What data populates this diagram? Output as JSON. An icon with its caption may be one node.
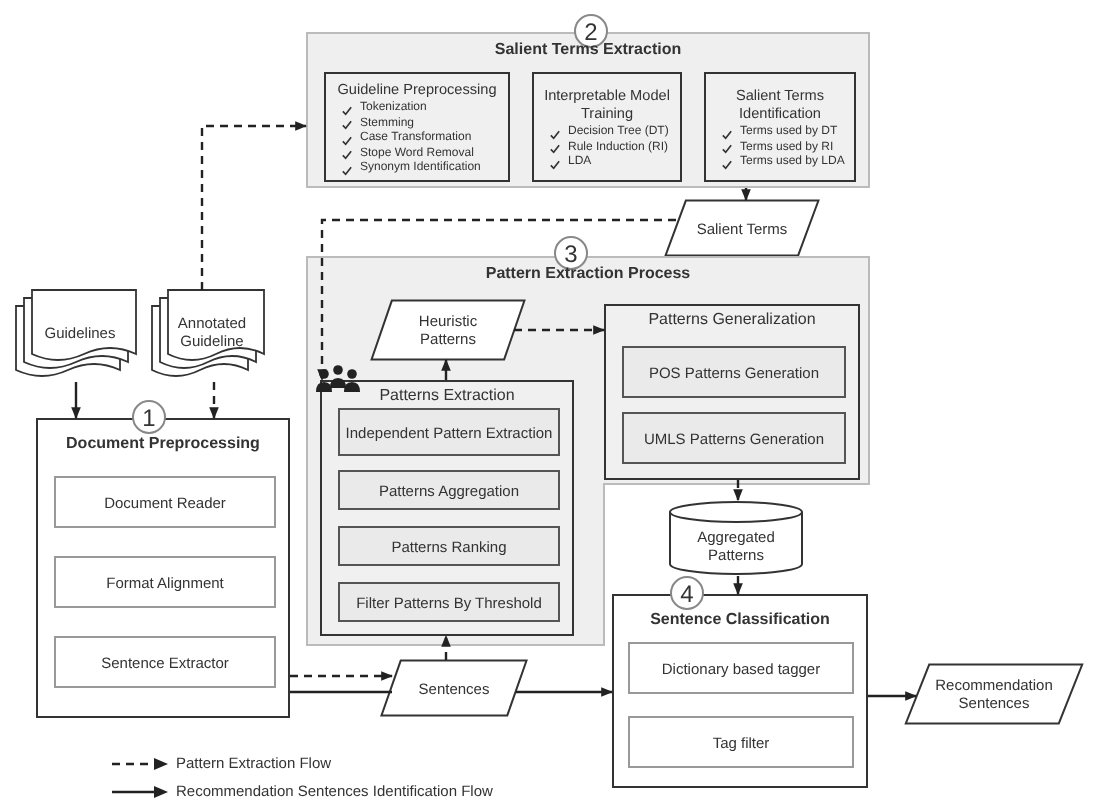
{
  "diagram": {
    "nodes": [
      {
        "text": [
          "2",
          "Salient Terms Extraction"
        ]
      },
      {
        "text": [
          "Guideline Preprocessing",
          "Tokenization",
          "Stemming",
          "Case Transformation",
          "Stope Word Removal",
          "Synonym Identification"
        ],
        "in": 0
      },
      {
        "text": [
          "Interpretable Model Training",
          "Decision Tree (DT)",
          "Rule Induction (RI)",
          "LDA"
        ],
        "in": 0
      },
      {
        "text": [
          "Salient Terms Identification",
          "Terms used by DT",
          "Terms used by RI",
          "Terms used by LDA"
        ],
        "in": 0
      },
      {
        "text": [
          "Salient Terms"
        ]
      },
      {
        "text": [
          "3",
          "Pattern Extraction Process"
        ]
      },
      {
        "text": [
          "Heuristic Patterns"
        ],
        "in": 5
      },
      {
        "text": [
          "Patterns Extraction"
        ],
        "in": 5
      },
      {
        "text": [
          "Independent Pattern Extraction"
        ],
        "in": 7
      },
      {
        "text": [
          "Patterns Aggregation"
        ],
        "in": 7
      },
      {
        "text": [
          "Patterns Ranking"
        ],
        "in": 7
      },
      {
        "text": [
          "Filter Patterns By Threshold"
        ],
        "in": 7
      },
      {
        "text": [
          "Patterns Generalization"
        ],
        "in": 5
      },
      {
        "text": [
          "POS Patterns Generation"
        ],
        "in": 12
      },
      {
        "text": [
          "UMLS Patterns Generation"
        ],
        "in": 12
      },
      {
        "text": [
          "Guidelines"
        ]
      },
      {
        "text": [
          "Annotated Guideline"
        ]
      },
      {
        "text": [
          "1",
          "Document Preprocessing"
        ]
      },
      {
        "text": [
          "Document Reader"
        ],
        "in": 17
      },
      {
        "text": [
          "Format Alignment"
        ],
        "in": 17
      },
      {
        "text": [
          "Sentence Extractor"
        ],
        "in": 17
      },
      {
        "text": [
          "Sentences"
        ]
      },
      {
        "text": [
          "Aggregated Patterns"
        ]
      },
      {
        "text": [
          "4",
          "Sentence Classification"
        ]
      },
      {
        "text": [
          "Dictionary based tagger"
        ],
        "in": 23
      },
      {
        "text": [
          "Tag filter"
        ],
        "in": 23
      },
      {
        "text": [
          "Recommendation Sentences"
        ]
      }
    ],
    "edges": [
      {
        "from": 16,
        "to": 0,
        "arrow": "to",
        "style": "dashed"
      },
      {
        "from": 15,
        "to": 17,
        "arrow": "to"
      },
      {
        "from": 16,
        "to": 17,
        "arrow": "to",
        "style": "dashed"
      },
      {
        "from": 0,
        "to": 4,
        "arrow": "to"
      },
      {
        "from": 4,
        "to": 7,
        "arrow": "to",
        "style": "dashed"
      },
      {
        "from": 7,
        "to": 6,
        "arrow": "to"
      },
      {
        "from": 6,
        "to": 12,
        "arrow": "to",
        "style": "dashed"
      },
      {
        "from": 12,
        "to": 22,
        "arrow": "to",
        "style": "dashed"
      },
      {
        "from": 22,
        "to": 23,
        "arrow": "to"
      },
      {
        "from": 17,
        "to": 21,
        "arrow": "to",
        "style": "dashed"
      },
      {
        "from": 17,
        "to": 21,
        "arrow": "none"
      },
      {
        "from": 21,
        "to": 23,
        "arrow": "to"
      },
      {
        "from": 21,
        "to": 7,
        "arrow": "to",
        "style": "dashed"
      },
      {
        "from": 23,
        "to": 26,
        "arrow": "to"
      }
    ],
    "legend": [
      {
        "text": "Pattern Extraction Flow"
      },
      {
        "text": "Recommendation Sentences Identification Flow"
      }
    ]
  }
}
